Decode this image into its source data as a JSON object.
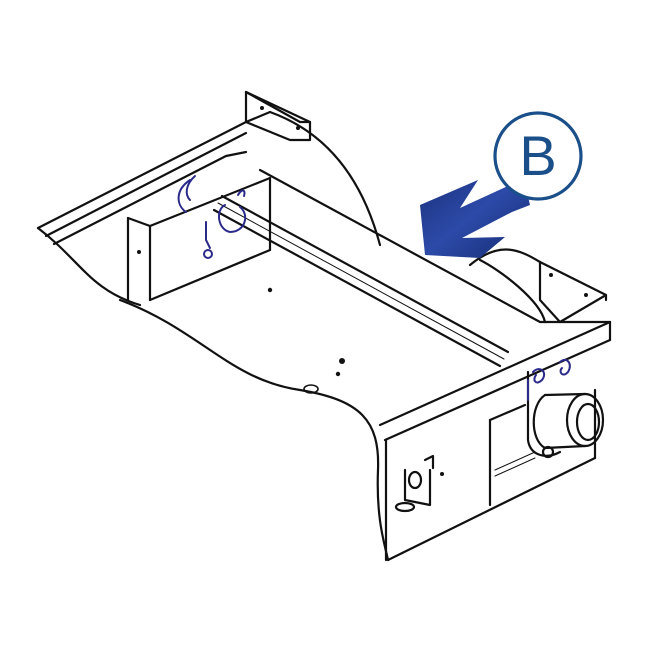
{
  "diagram": {
    "type": "technical-line-illustration",
    "subject": "frame assembly with cross rod and bearing mount",
    "callout": {
      "label": "B",
      "shape": "circle",
      "color": "#1a4f8a"
    },
    "arrow": {
      "direction": "down-left",
      "color": "#1f3a8a"
    },
    "colors": {
      "line": "#111111",
      "detail": "#2a2a8a",
      "background": "#ffffff"
    }
  }
}
